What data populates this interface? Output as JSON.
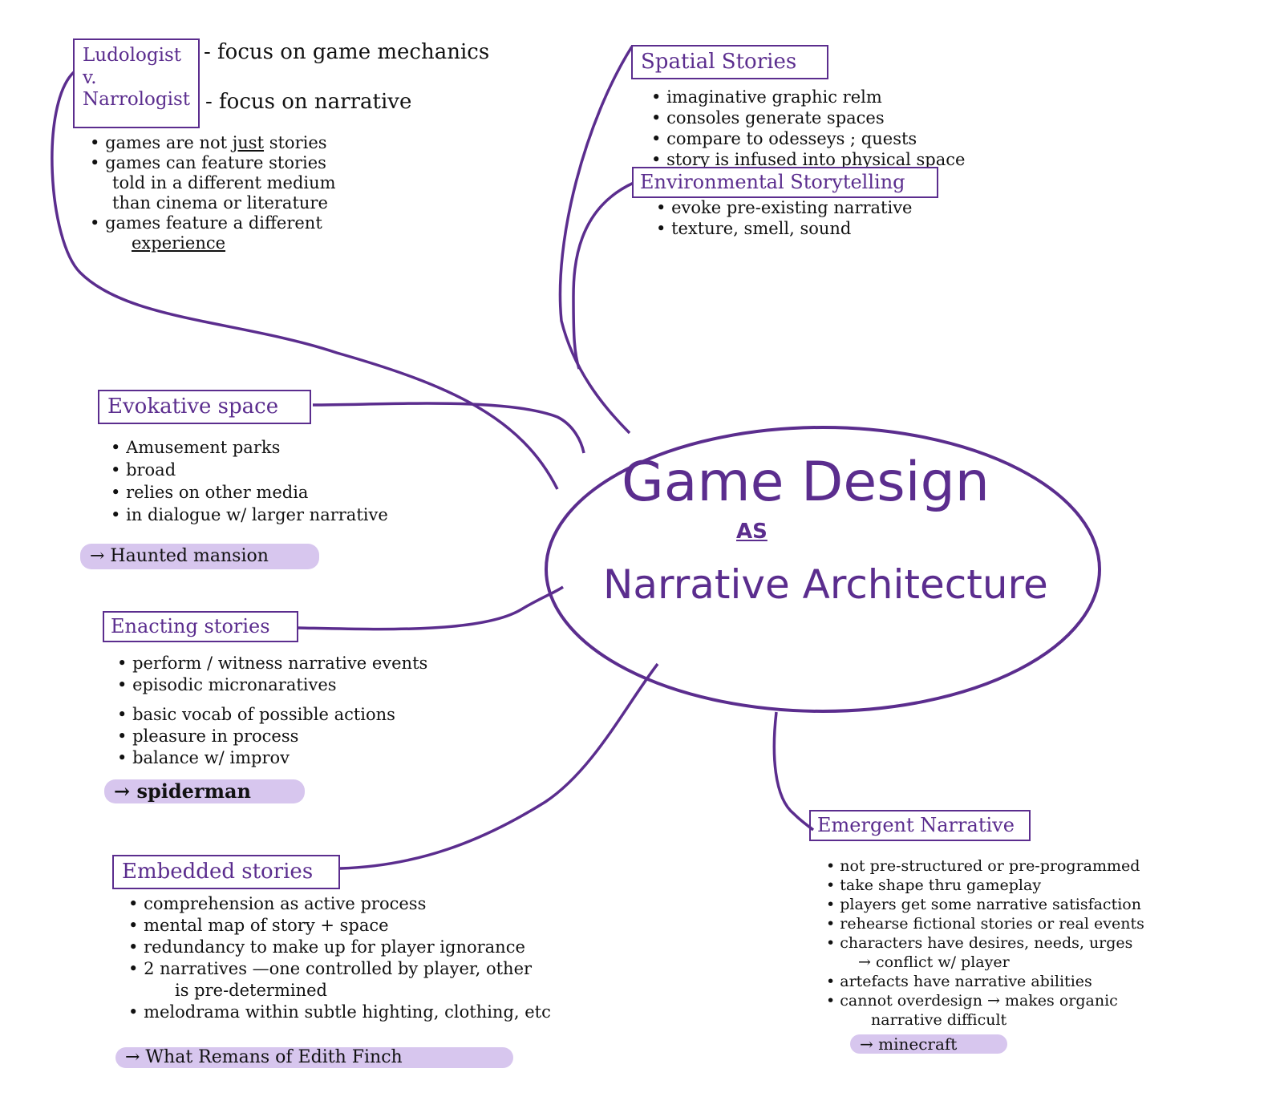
{
  "colors": {
    "accent": "#5b2d8e",
    "highlight": "#d7c6ee",
    "ink": "#111111"
  },
  "center": {
    "line1": "Game Design",
    "line2": "AS",
    "line3": "Narrative  Architecture"
  },
  "ludo": {
    "box_line1": "Ludologist",
    "box_line2": "v.",
    "box_line3": "Narrologist",
    "side1": "- focus on game mechanics",
    "side2": "- focus on narrative",
    "notes": [
      "games are not ",
      "just",
      " stories",
      "games can feature stories",
      "told in a different medium",
      "than cinema or literature",
      "games feature a different",
      "experience"
    ]
  },
  "spatial": {
    "title": "Spatial  Stories",
    "notes": [
      "imaginative graphic relm",
      "consoles generate spaces",
      "compare to odesseys ; quests",
      "story is infused into physical space"
    ]
  },
  "environmental": {
    "title": "Environmental  Storytelling",
    "notes": [
      "evoke pre-existing narrative",
      "texture, smell, sound"
    ]
  },
  "evocative": {
    "title": "Evokative  space",
    "notes": [
      "Amusement parks",
      "broad",
      "relies on other media",
      "in dialogue w/ larger narrative"
    ],
    "example": "→ Haunted mansion"
  },
  "enacting": {
    "title": "Enacting  stories",
    "notes": [
      "perform / witness narrative events",
      "episodic micronaratives",
      "basic vocab of possible actions",
      "pleasure in process",
      "balance w/ improv"
    ],
    "example": "→ spiderman"
  },
  "embedded": {
    "title": "Embedded  stories",
    "notes": [
      "comprehension as active process",
      "mental map of story + space",
      "redundancy to make up for player ignorance",
      "2 narratives —one controlled by player, other",
      "is pre-determined",
      "melodrama within subtle highting, clothing, etc"
    ],
    "example": "→ What Remans of Edith Finch"
  },
  "emergent": {
    "title": "Emergent  Narrative",
    "notes": [
      "not pre-structured or pre-programmed",
      "take shape thru gameplay",
      "players get some narrative satisfaction",
      "rehearse fictional stories or real events",
      "characters have desires, needs, urges",
      "→ conflict w/ player",
      "artefacts have narrative abilities",
      "cannot overdesign → makes organic",
      "narrative difficult"
    ],
    "example": "→ minecraft"
  }
}
